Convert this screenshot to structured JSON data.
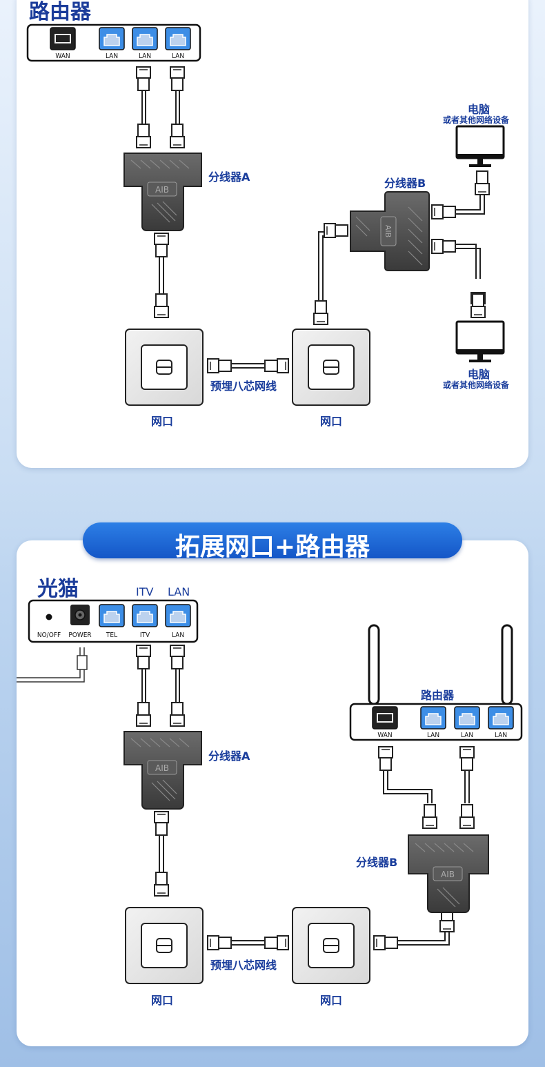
{
  "top": {
    "title": "路由器",
    "router_ports": [
      "WAN",
      "LAN",
      "LAN",
      "LAN"
    ],
    "splitter_a_label": "分线器A",
    "splitter_b_label": "分线器B",
    "splitter_mark": "AIB",
    "pc_label": "电脑",
    "pc_sub_label": "或者其他网络设备",
    "cable_label": "预埋八芯网线",
    "socket_label": "网口"
  },
  "banner": {
    "text": "拓展网口+路由器"
  },
  "bottom": {
    "modem_title": "光猫",
    "modem_top_labels": [
      "ITV",
      "LAN"
    ],
    "modem_ports": [
      "NO/OFF",
      "POWER",
      "TEL",
      "ITV",
      "LAN"
    ],
    "router_label": "路由器",
    "router_ports": [
      "WAN",
      "LAN",
      "LAN",
      "LAN"
    ],
    "splitter_a_label": "分线器A",
    "splitter_b_label": "分线器B",
    "splitter_mark": "AIB",
    "cable_label": "预埋八芯网线",
    "socket_label": "网口"
  },
  "colors": {
    "accent": "#1b3c9a",
    "banner": "#1a63d6",
    "lan_port": "#3d8ee6",
    "splitter": "#4a4a4a"
  }
}
